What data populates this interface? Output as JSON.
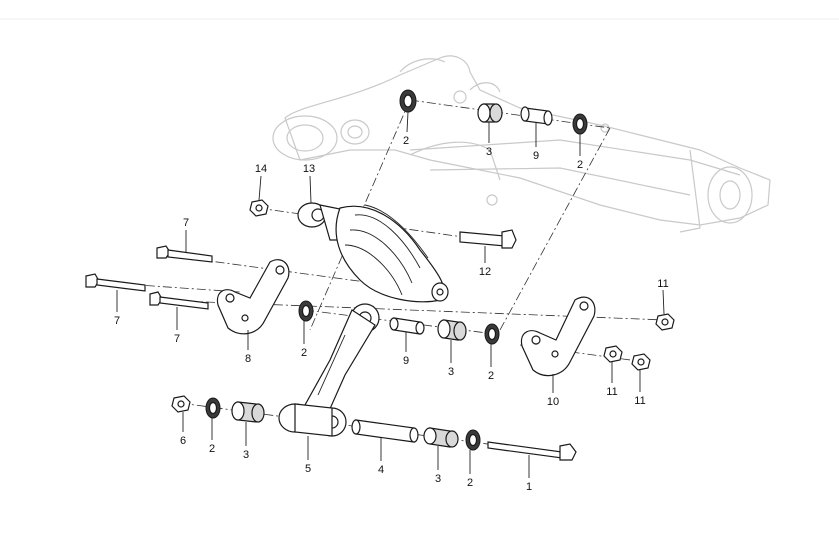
{
  "callouts": [
    {
      "id": "c1",
      "label": "1"
    },
    {
      "id": "c2a",
      "label": "2"
    },
    {
      "id": "c2b",
      "label": "2"
    },
    {
      "id": "c2c",
      "label": "2"
    },
    {
      "id": "c2d",
      "label": "2"
    },
    {
      "id": "c2e",
      "label": "2"
    },
    {
      "id": "c2f",
      "label": "2"
    },
    {
      "id": "c3a",
      "label": "3"
    },
    {
      "id": "c3b",
      "label": "3"
    },
    {
      "id": "c3c",
      "label": "3"
    },
    {
      "id": "c3d",
      "label": "3"
    },
    {
      "id": "c4",
      "label": "4"
    },
    {
      "id": "c5",
      "label": "5"
    },
    {
      "id": "c6",
      "label": "6"
    },
    {
      "id": "c7a",
      "label": "7"
    },
    {
      "id": "c7b",
      "label": "7"
    },
    {
      "id": "c7c",
      "label": "7"
    },
    {
      "id": "c8",
      "label": "8"
    },
    {
      "id": "c9a",
      "label": "9"
    },
    {
      "id": "c9b",
      "label": "9"
    },
    {
      "id": "c10",
      "label": "10"
    },
    {
      "id": "c11a",
      "label": "11"
    },
    {
      "id": "c11b",
      "label": "11"
    },
    {
      "id": "c11c",
      "label": "11"
    },
    {
      "id": "c12",
      "label": "12"
    },
    {
      "id": "c13",
      "label": "13"
    },
    {
      "id": "c14",
      "label": "14"
    }
  ]
}
